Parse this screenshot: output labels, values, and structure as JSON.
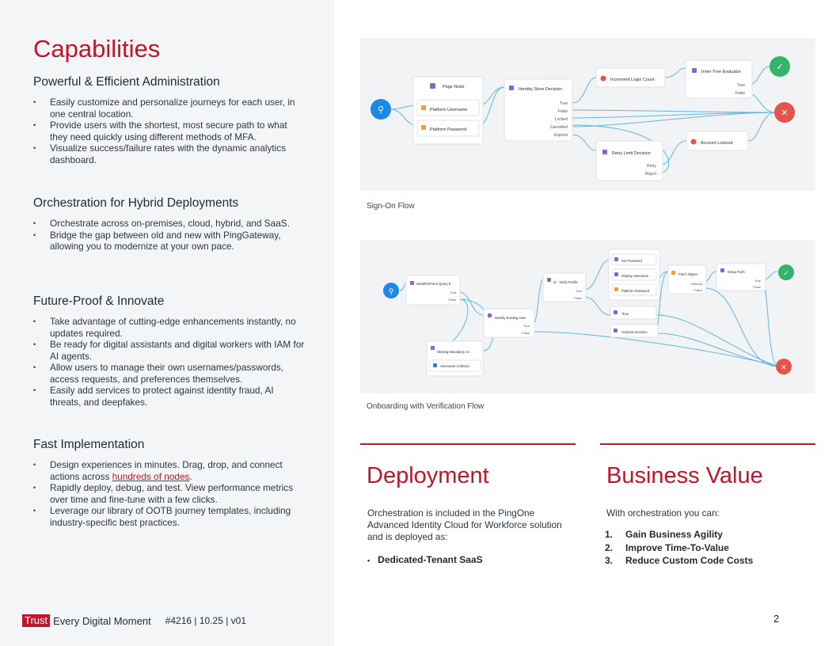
{
  "left": {
    "title": "Capabilities",
    "sections": [
      {
        "heading": "Powerful & Efficient Administration",
        "bullets": [
          "Easily customize and personalize journeys for each user, in one central location.",
          "Provide users with the shortest, most secure path to what they need quickly using different methods of MFA.",
          "Visualize success/failure rates with the dynamic analytics dashboard."
        ]
      },
      {
        "heading": "Orchestration for Hybrid Deployments",
        "bullets": [
          "Orchestrate across on-premises, cloud, hybrid, and SaaS.",
          "Bridge the gap between old and new with PingGateway, allowing you to modernize at your own pace."
        ]
      },
      {
        "heading": "Future-Proof & Innovate",
        "bullets": [
          "Take advantage of cutting-edge enhancements instantly, no updates required.",
          "Be ready for digital assistants and digital workers with IAM for AI agents.",
          "Allow users to manage their own usernames/passwords, access requests, and preferences themselves.",
          "Easily add services to protect against identity fraud, AI threats, and deepfakes."
        ]
      },
      {
        "heading": "Fast Implementation",
        "bullet1_before": "Design experiences in minutes. Drag, drop, and connect actions across ",
        "bullet1_link": "hundreds of nodes",
        "bullet1_after": ".",
        "bullets": [
          "Rapidly deploy, debug, and test. View performance metrics over time and fine-tune with a few clicks.",
          "Leverage our library of OOTB journey templates, including industry-specific best practices."
        ]
      }
    ]
  },
  "footer": {
    "trust": "Trust",
    "rest": "Every Digital Moment",
    "code": "#4216 | 10.25 | v01"
  },
  "page_number": "2",
  "diagram1": {
    "caption": "Sign-On Flow",
    "nodes": {
      "page_node": "Page Node",
      "platform_username": "Platform Username",
      "platform_password": "Platform Password",
      "identity_store_decision": "Identity Store Decision",
      "increment_login_count": "Increment Login Count",
      "inner_tree_evaluator": "Inner Tree Evaluator",
      "retry_limit_decision": "Retry Limit Decision",
      "account_lockout": "Account Lockout"
    },
    "outcomes": {
      "isd": [
        "True",
        "False",
        "Locked",
        "Cancelled",
        "Expired"
      ],
      "ite": [
        "True",
        "False"
      ],
      "rld": [
        "Retry",
        "Reject"
      ]
    }
  },
  "diagram2": {
    "caption": "Onboarding with Verification Flow",
    "nodes": {
      "n1": "Identifier/Form Query E",
      "n2": "Missing Mandatory At...",
      "n3": "Username Collector",
      "n4": "Identify Existing User",
      "n5": "Id - Verify Profile",
      "n6": "Set Password",
      "n7": "Display Username",
      "n8": "Platform Password",
      "n9": "Patch Object",
      "n10": "Setup Push",
      "n11": "Time",
      "n12": "Scripted Decision"
    },
    "outcomes": {
      "n1": [
        "Exit",
        "False"
      ],
      "n4": [
        "True",
        "False"
      ],
      "n5": [
        "True",
        "False"
      ],
      "n9": [
        "Patched",
        "Failed"
      ],
      "n10": [
        "True",
        "False"
      ]
    }
  },
  "deployment": {
    "heading": "Deployment",
    "body": "Orchestration is included in the PingOne Advanced Identity Cloud for Workforce solution and is deployed as:",
    "bullet": "Dedicated-Tenant SaaS"
  },
  "business_value": {
    "heading": "Business Value",
    "intro": "With orchestration you can:",
    "items": [
      {
        "num": "1.",
        "text": "Gain Business Agility"
      },
      {
        "num": "2.",
        "text": "Improve Time-To-Value"
      },
      {
        "num": "3.",
        "text": "Reduce Custom Code Costs"
      }
    ]
  },
  "colors": {
    "brand_red": "#c1152b",
    "start_blue": "#1e88e5",
    "success_green": "#34b36b",
    "failure_red": "#e5534b",
    "connector_blue": "#5cb8e4"
  }
}
